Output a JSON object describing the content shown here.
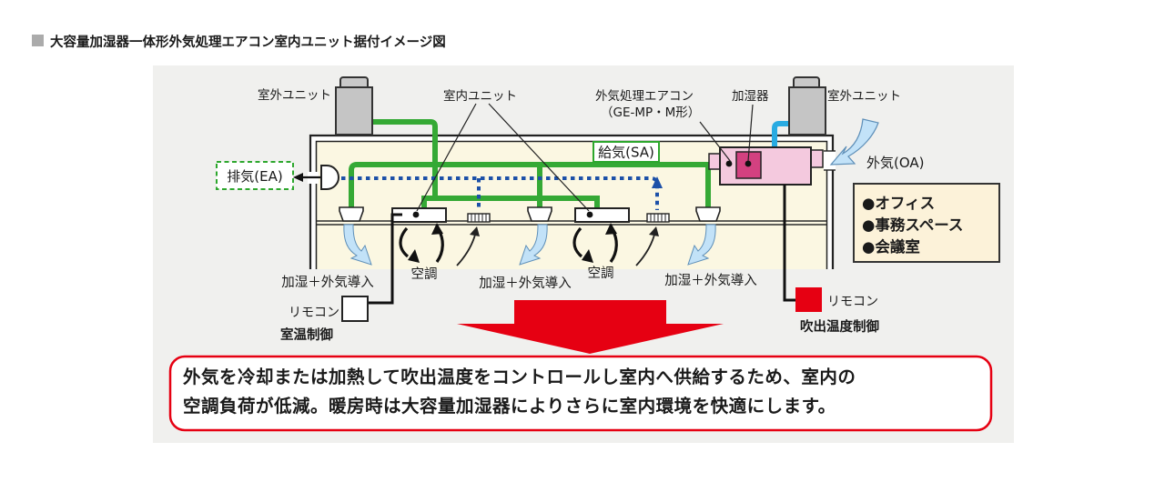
{
  "title": {
    "text": "大容量加湿器一体形外気処理エアコン室内ユニット据付イメージ図"
  },
  "diagram": {
    "labels": {
      "outdoor_unit_left": "室外ユニット",
      "outdoor_unit_right": "室外ユニット",
      "indoor_unit": "室内ユニット",
      "oa_processing_ac_line1": "外気処理エアコン",
      "oa_processing_ac_line2": "（GE-MP・M形）",
      "humidifier": "加湿器",
      "exhaust_air": "排気(EA)",
      "supply_air": "給気(SA)",
      "outside_air": "外気(OA)"
    },
    "flow_labels": {
      "humidify_1": "加湿＋外気導入",
      "aircon_1": "空調",
      "humidify_2": "加湿＋外気導入",
      "aircon_2": "空調",
      "humidify_3": "加湿＋外気導入"
    },
    "remotes": {
      "left_label": "リモコン",
      "left_function": "室温制御",
      "right_label": "リモコン",
      "right_function": "吹出温度制御"
    },
    "room_types": [
      "●オフィス",
      "●事務スペース",
      "●会議室"
    ],
    "colors": {
      "accent_red": "#E60012",
      "pipe_green": "#35A935",
      "duct_blue_dotted": "#1C50A8",
      "refrigerant_cyan": "#29ABE2",
      "unit_pink": "#F4C9DE",
      "humidifier_pink": "#D34180",
      "airflow_blue": "#C2E2F8",
      "building_cream": "#FBF7E2",
      "note_box_cream": "#FCF2D9",
      "panel_gray": "#F0F0EE"
    }
  },
  "callout": {
    "line1": "外気を冷却または加熱して吹出温度をコントロールし室内へ供給するため、室内の",
    "line2": "空調負荷が低減。暖房時は大容量加湿器によりさらに室内環境を快適にします。"
  }
}
